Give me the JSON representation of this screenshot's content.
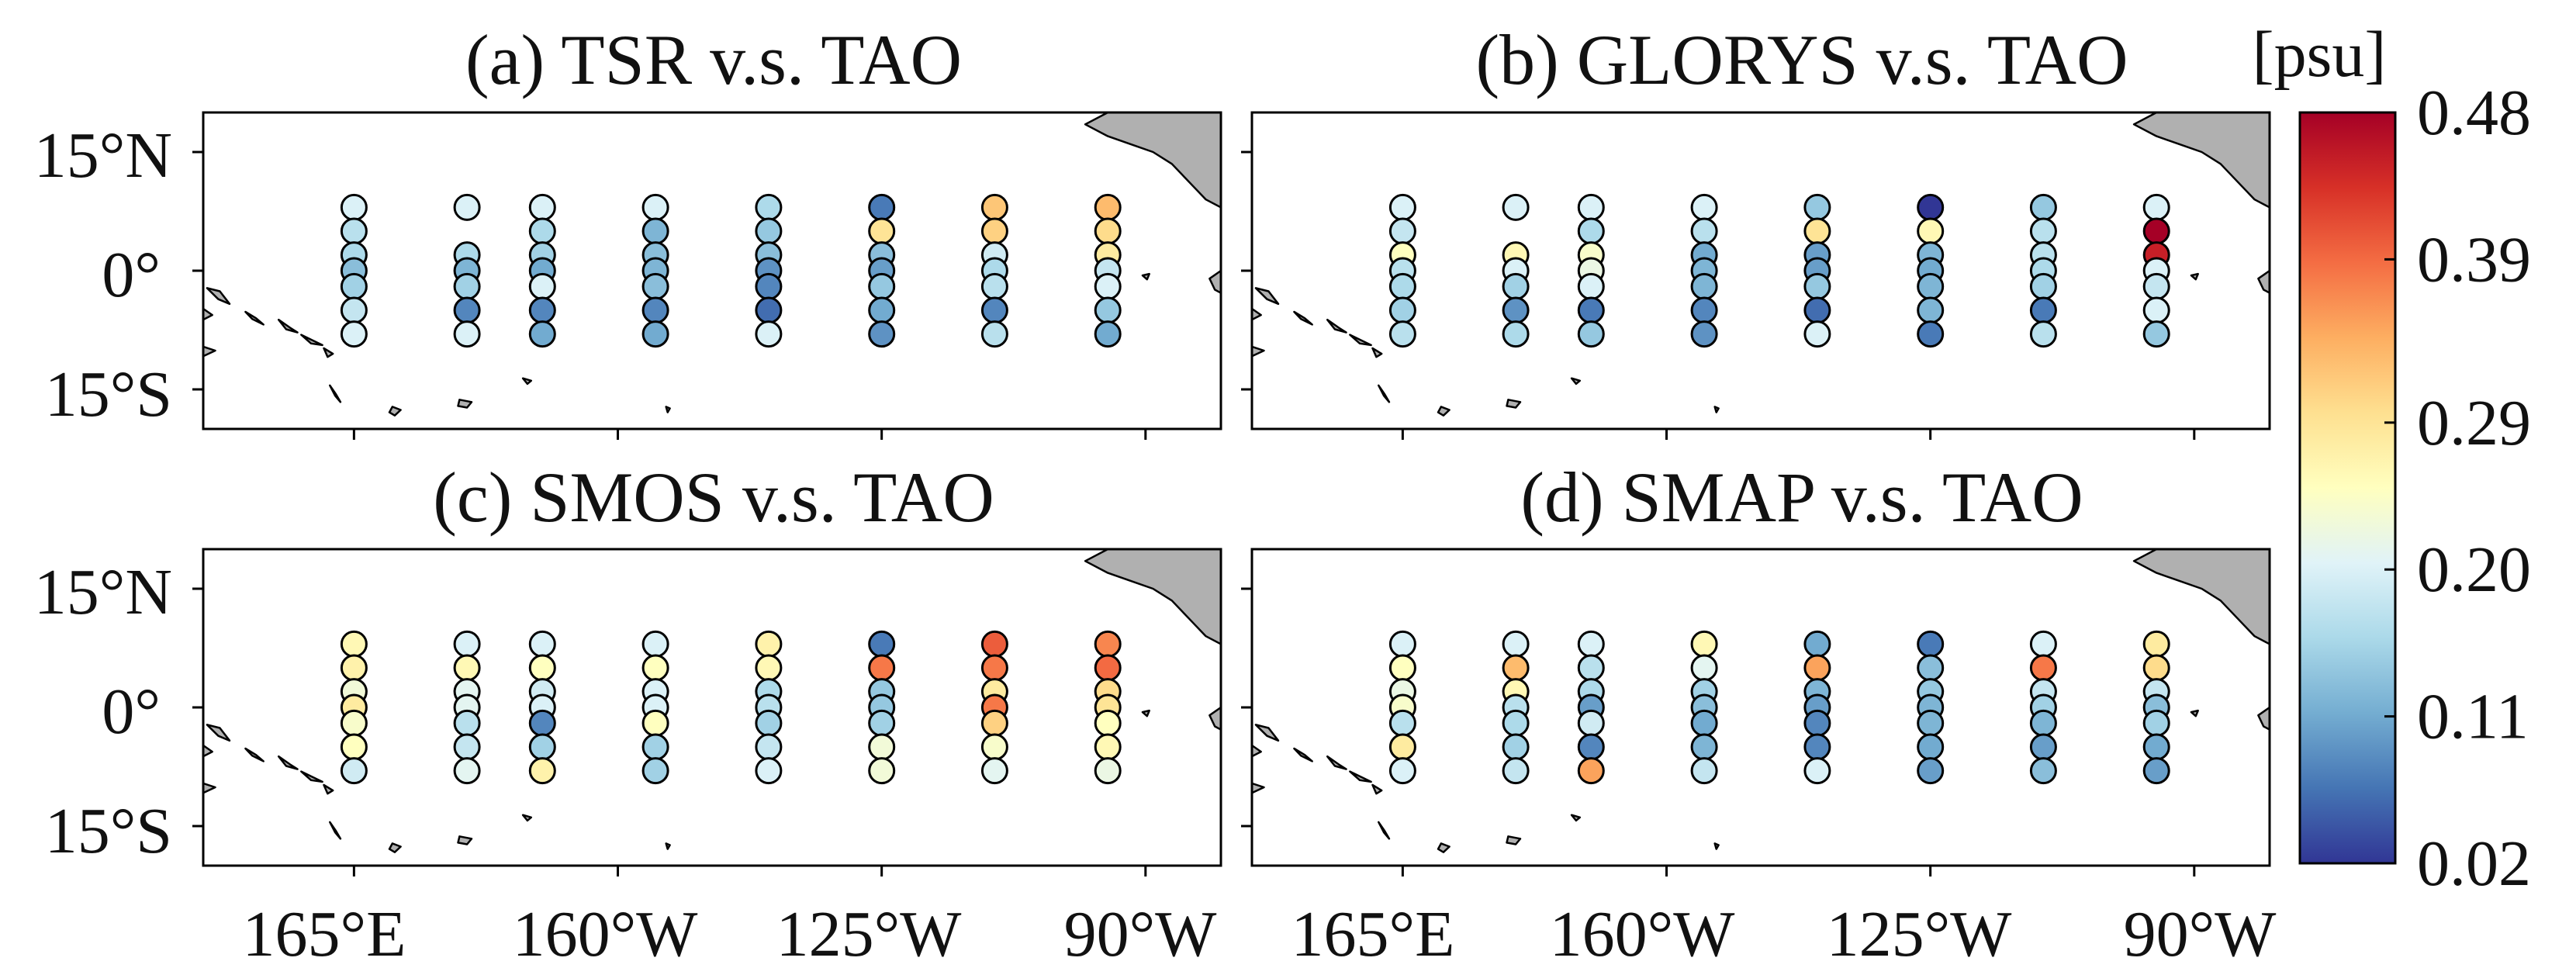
{
  "colorbar": {
    "unit": "[psu]",
    "ticks": [
      0.02,
      0.11,
      0.2,
      0.29,
      0.39,
      0.48
    ],
    "tick_labels": [
      "0.02",
      "0.11",
      "0.20",
      "0.29",
      "0.39",
      "0.48"
    ],
    "range": [
      0.02,
      0.48
    ],
    "colormap": "RdYlBu_r",
    "stops": [
      "#313695",
      "#4575b4",
      "#74add1",
      "#abd9e9",
      "#e0f3f8",
      "#ffffbf",
      "#fee090",
      "#fdae61",
      "#f46d43",
      "#d73027",
      "#a50026"
    ]
  },
  "colors": {
    "land": "#b0b0b0",
    "frame": "#000000",
    "marker_edge": "#000000"
  },
  "chart_data": [
    {
      "type": "scatter",
      "title": "(a) TSR v.s. TAO",
      "x_tick_labels": [
        "165°E",
        "160°W",
        "125°W",
        "90°W"
      ],
      "y_tick_labels": [
        "15°N",
        "0°",
        "15°S"
      ],
      "lon": [
        "165°E",
        "180°",
        "170°W",
        "155°W",
        "140°W",
        "125°W",
        "110°W",
        "95°W"
      ],
      "lat": [
        8,
        5,
        2,
        0,
        -2,
        -5,
        -8
      ],
      "values": [
        [
          0.2,
          0.2,
          0.2,
          0.2,
          0.16,
          0.07,
          0.32,
          0.33
        ],
        [
          0.17,
          null,
          0.16,
          0.12,
          0.14,
          0.29,
          0.31,
          0.3
        ],
        [
          0.16,
          0.16,
          0.15,
          0.13,
          0.13,
          0.13,
          0.19,
          0.28
        ],
        [
          0.13,
          0.12,
          0.11,
          0.12,
          0.09,
          0.1,
          0.16,
          0.18
        ],
        [
          0.15,
          0.15,
          0.2,
          0.13,
          0.08,
          0.14,
          0.17,
          0.2
        ],
        [
          0.18,
          0.08,
          0.08,
          0.08,
          0.06,
          0.11,
          0.08,
          0.14
        ],
        [
          0.2,
          0.2,
          0.11,
          0.11,
          0.2,
          0.09,
          0.17,
          0.11
        ]
      ]
    },
    {
      "type": "scatter",
      "title": "(b) GLORYS v.s. TAO",
      "x_tick_labels": [
        "165°E",
        "160°W",
        "125°W",
        "90°W"
      ],
      "y_tick_labels": [
        "15°N",
        "0°",
        "15°S"
      ],
      "lon": [
        "165°E",
        "180°",
        "170°W",
        "155°W",
        "140°W",
        "125°W",
        "110°W",
        "95°W"
      ],
      "lat": [
        8,
        5,
        2,
        0,
        -2,
        -5,
        -8
      ],
      "values": [
        [
          0.2,
          0.2,
          0.2,
          0.2,
          0.14,
          0.02,
          0.14,
          0.2
        ],
        [
          0.18,
          null,
          0.16,
          0.17,
          0.29,
          0.26,
          0.17,
          0.48
        ],
        [
          0.25,
          0.26,
          0.24,
          0.11,
          0.1,
          0.12,
          0.17,
          0.45
        ],
        [
          0.17,
          0.2,
          0.22,
          0.12,
          0.1,
          0.11,
          0.16,
          0.2
        ],
        [
          0.16,
          0.15,
          0.2,
          0.12,
          0.14,
          0.12,
          0.15,
          0.18
        ],
        [
          0.15,
          0.09,
          0.07,
          0.08,
          0.06,
          0.12,
          0.07,
          0.2
        ],
        [
          0.17,
          0.16,
          0.14,
          0.09,
          0.2,
          0.07,
          0.17,
          0.14
        ]
      ]
    },
    {
      "type": "scatter",
      "title": "(c) SMOS v.s. TAO",
      "x_tick_labels": [
        "165°E",
        "160°W",
        "125°W",
        "90°W"
      ],
      "y_tick_labels": [
        "15°N",
        "0°",
        "15°S"
      ],
      "lon": [
        "165°E",
        "180°",
        "170°W",
        "155°W",
        "140°W",
        "125°W",
        "110°W",
        "95°W"
      ],
      "lat": [
        8,
        5,
        2,
        0,
        -2,
        -5,
        -8
      ],
      "values": [
        [
          0.26,
          0.2,
          0.2,
          0.2,
          0.27,
          0.07,
          0.4,
          0.37
        ],
        [
          0.27,
          0.26,
          0.25,
          0.25,
          0.26,
          0.38,
          0.38,
          0.39
        ],
        [
          0.23,
          0.21,
          0.19,
          0.2,
          0.16,
          0.14,
          0.28,
          0.3
        ],
        [
          0.28,
          0.21,
          0.2,
          0.2,
          0.17,
          0.14,
          0.38,
          0.29
        ],
        [
          0.24,
          0.17,
          0.08,
          0.25,
          0.15,
          0.15,
          0.31,
          0.25
        ],
        [
          0.25,
          0.18,
          0.15,
          0.15,
          0.18,
          0.23,
          0.24,
          0.26
        ],
        [
          0.19,
          0.21,
          0.27,
          0.15,
          0.2,
          0.23,
          0.21,
          0.22
        ]
      ]
    },
    {
      "type": "scatter",
      "title": "(d) SMAP v.s. TAO",
      "x_tick_labels": [
        "165°E",
        "160°W",
        "125°W",
        "90°W"
      ],
      "y_tick_labels": [
        "15°N",
        "0°",
        "15°S"
      ],
      "lon": [
        "165°E",
        "180°",
        "170°W",
        "155°W",
        "140°W",
        "125°W",
        "110°W",
        "95°W"
      ],
      "lat": [
        8,
        5,
        2,
        0,
        -2,
        -5,
        -8
      ],
      "values": [
        [
          0.2,
          0.2,
          0.2,
          0.26,
          0.11,
          0.07,
          0.2,
          0.28
        ],
        [
          0.25,
          0.33,
          0.17,
          0.21,
          0.35,
          0.13,
          0.38,
          0.3
        ],
        [
          0.22,
          0.26,
          0.16,
          0.15,
          0.12,
          0.14,
          0.18,
          0.18
        ],
        [
          0.24,
          0.17,
          0.1,
          0.13,
          0.1,
          0.12,
          0.15,
          0.13
        ],
        [
          0.17,
          0.16,
          0.19,
          0.11,
          0.08,
          0.12,
          0.12,
          0.15
        ],
        [
          0.28,
          0.15,
          0.08,
          0.12,
          0.08,
          0.11,
          0.1,
          0.11
        ],
        [
          0.2,
          0.18,
          0.35,
          0.18,
          0.2,
          0.1,
          0.13,
          0.1
        ]
      ]
    }
  ]
}
